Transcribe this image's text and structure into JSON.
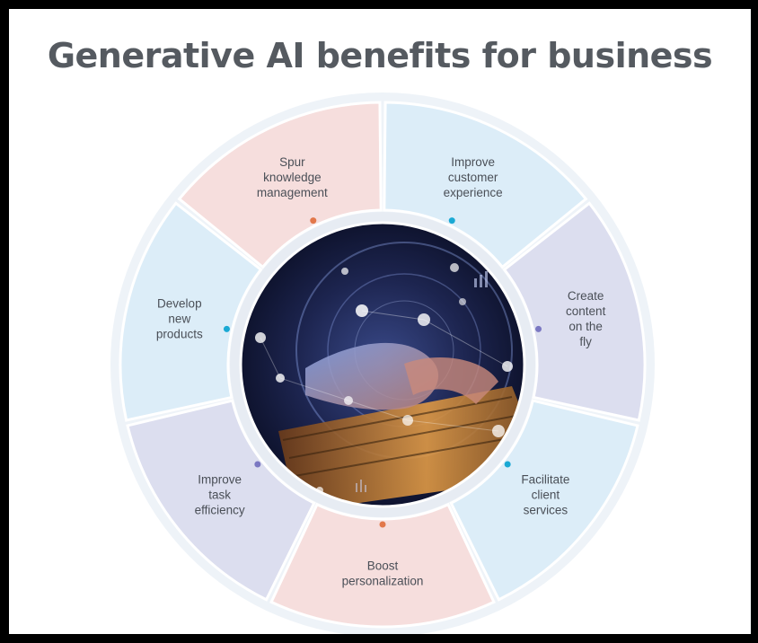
{
  "title": "Generative AI benefits for business",
  "colors": {
    "title": "#555a60",
    "pink": "#f6dedd",
    "light_blue": "#dcedf8",
    "lavender": "#dcdeef",
    "dot_orange": "#e2774a",
    "dot_teal": "#1aa9d4",
    "dot_purple": "#7b78c2",
    "center_dark": "#141a3a"
  },
  "segments": [
    {
      "id": "spur-knowledge-management",
      "lines": [
        "Spur",
        "knowledge",
        "management"
      ],
      "color": "pink",
      "dot": "dot_orange"
    },
    {
      "id": "improve-customer-experience",
      "lines": [
        "Improve",
        "customer",
        "experience"
      ],
      "color": "light_blue",
      "dot": "dot_teal"
    },
    {
      "id": "create-content-on-the-fly",
      "lines": [
        "Create",
        "content",
        "on the",
        "fly"
      ],
      "color": "lavender",
      "dot": "dot_purple"
    },
    {
      "id": "facilitate-client-services",
      "lines": [
        "Facilitate",
        "client",
        "services"
      ],
      "color": "light_blue",
      "dot": "dot_teal"
    },
    {
      "id": "boost-personalization",
      "lines": [
        "Boost",
        "personalization"
      ],
      "color": "pink",
      "dot": "dot_orange"
    },
    {
      "id": "improve-task-efficiency",
      "lines": [
        "Improve",
        "task",
        "efficiency"
      ],
      "color": "lavender",
      "dot": "dot_purple"
    },
    {
      "id": "develop-new-products",
      "lines": [
        "Develop",
        "new",
        "products"
      ],
      "color": "light_blue",
      "dot": "dot_teal"
    }
  ],
  "center_image": {
    "description_icon": "hands-typing-keyboard-icon"
  }
}
